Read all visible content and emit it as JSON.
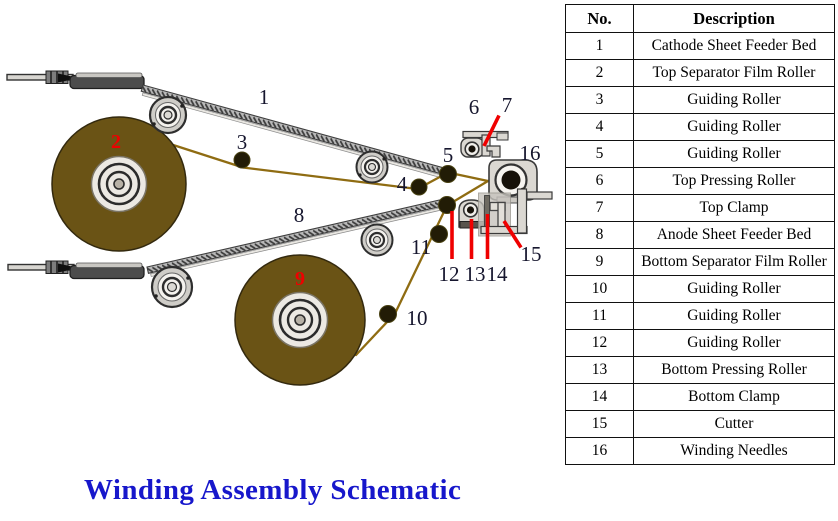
{
  "title": "Winding Assembly Schematic",
  "table": {
    "no_header": "No.",
    "desc_header": "Description",
    "rows": [
      {
        "no": "1",
        "desc": "Cathode Sheet Feeder Bed"
      },
      {
        "no": "2",
        "desc": "Top Separator Film Roller"
      },
      {
        "no": "3",
        "desc": "Guiding Roller"
      },
      {
        "no": "4",
        "desc": "Guiding Roller"
      },
      {
        "no": "5",
        "desc": "Guiding Roller"
      },
      {
        "no": "6",
        "desc": "Top Pressing Roller"
      },
      {
        "no": "7",
        "desc": "Top Clamp"
      },
      {
        "no": "8",
        "desc": "Anode Sheet Feeder Bed"
      },
      {
        "no": "9",
        "desc": "Bottom Separator Film Roller"
      },
      {
        "no": "10",
        "desc": "Guiding Roller"
      },
      {
        "no": "11",
        "desc": "Guiding Roller"
      },
      {
        "no": "12",
        "desc": "Guiding Roller"
      },
      {
        "no": "13",
        "desc": "Bottom Pressing Roller"
      },
      {
        "no": "14",
        "desc": "Bottom Clamp"
      },
      {
        "no": "15",
        "desc": "Cutter"
      },
      {
        "no": "16",
        "desc": "Winding Needles"
      }
    ]
  },
  "diagram": {
    "labels": {
      "n1": "1",
      "n2": "2",
      "n3": "3",
      "n4": "4",
      "n5": "5",
      "n6": "6",
      "n7": "7",
      "n8": "8",
      "n9": "9",
      "n10": "10",
      "n11": "11",
      "n12": "12",
      "n13": "13",
      "n14": "14",
      "n15": "15",
      "n16": "16"
    },
    "colors": {
      "reel_brown": "#6a5315",
      "film_gold": "#8f6c12",
      "marker_red": "#ef0000",
      "label_black": "#16162e",
      "label_red": "#ef0000",
      "title_blue": "#1717cb"
    }
  }
}
